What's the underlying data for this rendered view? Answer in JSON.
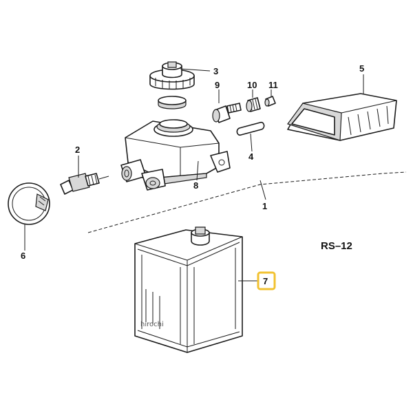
{
  "diagram": {
    "reference": "RS–12",
    "watermark": "hirochi",
    "highlight_color": "#f2c230",
    "callouts": {
      "c1": "1",
      "c2": "2",
      "c3": "3",
      "c4": "4",
      "c5": "5",
      "c6": "6",
      "c7": "7",
      "c8": "8",
      "c9": "9",
      "c10": "10",
      "c11": "11"
    }
  }
}
